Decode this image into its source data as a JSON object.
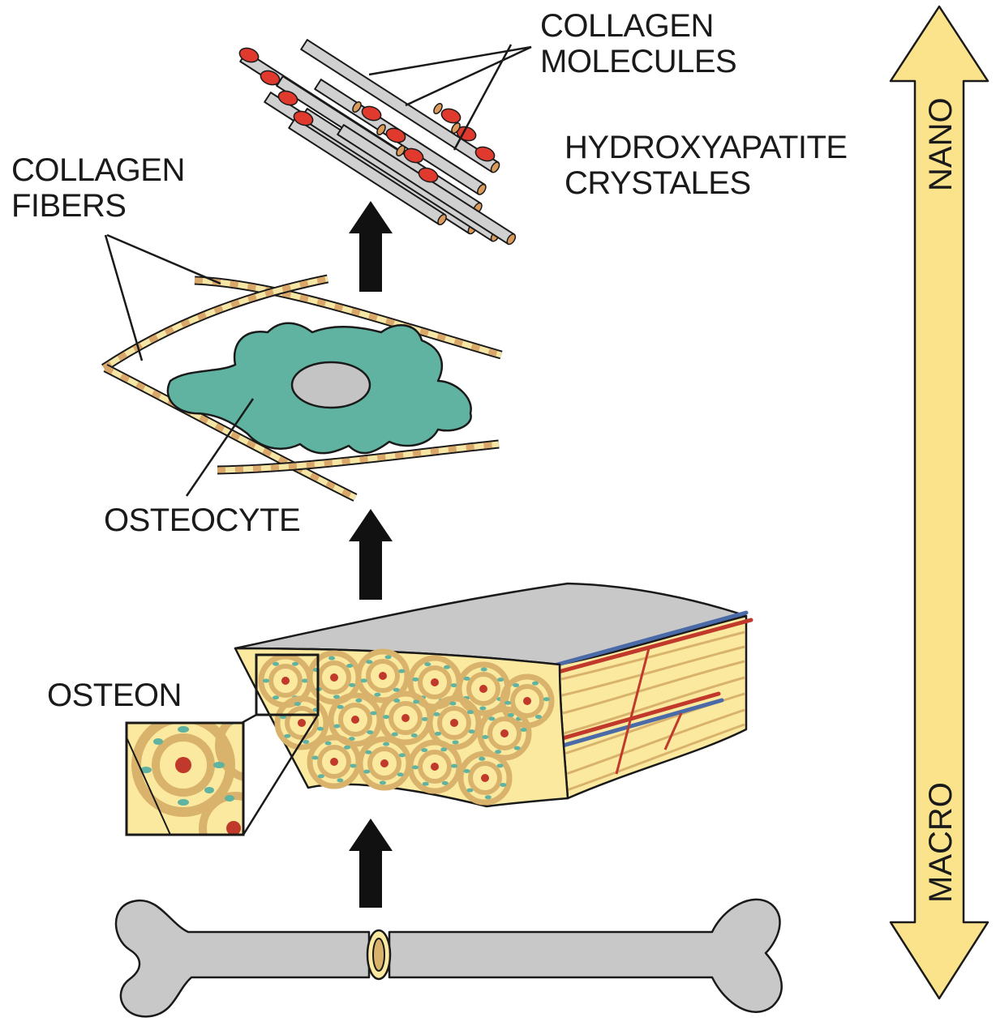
{
  "labels": {
    "collagen_molecules": [
      "COLLAGEN",
      "MOLECULES"
    ],
    "hydroxyapatite": [
      "HYDROXYAPATITE",
      "CRYSTALES"
    ],
    "collagen_fibers": [
      "COLLAGEN",
      "FIBERS"
    ],
    "osteocyte": "OSTEOCYTE",
    "osteon": "OSTEON"
  },
  "scale": {
    "top": "NANO",
    "bottom": "MACRO"
  },
  "colors": {
    "outline": "#1a1a1a",
    "bone_gray": "#c8c8c8",
    "cell_teal": "#5fb3a0",
    "nucleus_gray": "#c4c4c4",
    "bone_yellow": "#fbe9a0",
    "ring_tan": "#d9b36b",
    "red_dot": "#c0392b",
    "fiber_tan": "#d9a76a",
    "fiber_light": "#f6e6a6",
    "crystal_red": "#e03a2f",
    "rod_gray": "#d0d0d0",
    "rod_end": "#d99a5b",
    "vessel_red": "#c0392b",
    "vessel_blue": "#4a6aa8",
    "arrow_yellow": "#fbe38c"
  }
}
